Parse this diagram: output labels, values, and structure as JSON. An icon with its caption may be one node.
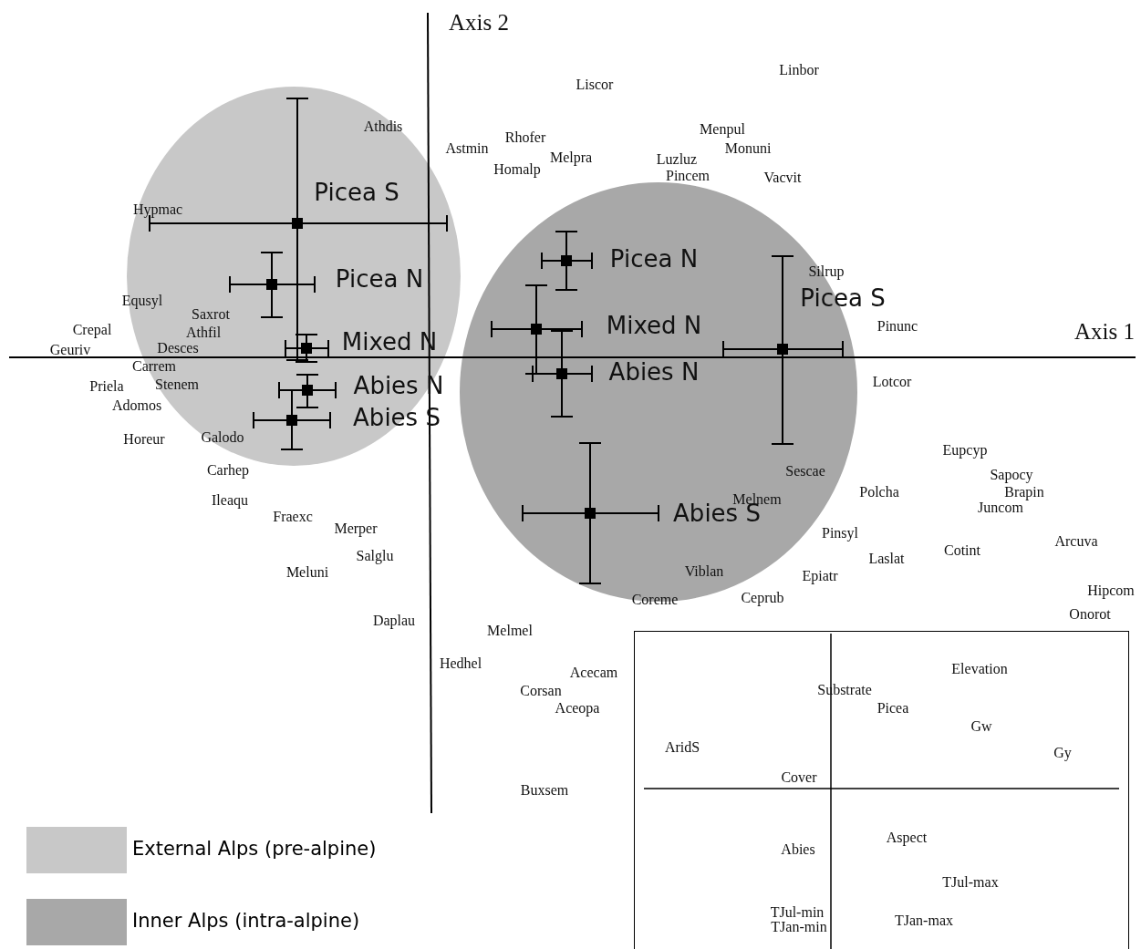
{
  "diagram": {
    "nodes": [
      {
        "text": [
          "Elevation",
          "Substrate",
          "Picea",
          "Gw",
          "AridS",
          "Gy",
          "Cover",
          "Aspect",
          "Abies",
          "TJul-max",
          "TJul-min",
          "TJan-max",
          "TJan-min"
        ]
      }
    ],
    "labels": [
      "Axis 2",
      "Linbor",
      "Liscor",
      "Athdis",
      "Menpul",
      "Rhofer",
      "Astmin",
      "Monuni",
      "Melpra",
      "Luzluz",
      "Homalp",
      "Pincem",
      "Vacvit",
      "Picea S",
      "Hypmac",
      "Picea N",
      "Silrup",
      "Picea N",
      "Picea S",
      "Equsyl",
      "Saxrot",
      "Mixed N",
      "Pinunc",
      "Crepal",
      "Athfil",
      "Axis 1",
      "Mixed N",
      "Desces",
      "Geuriv",
      "Carrem",
      "Abies N",
      "Lotcor",
      "Stenem",
      "Abies N",
      "Priela",
      "Adomos",
      "Abies S",
      "Galodo",
      "Horeur",
      "Eupcyp",
      "Carhep",
      "Sescae",
      "Sapocy",
      "Polcha",
      "Brapin",
      "Melnem",
      "Ileaqu",
      "Juncom",
      "Abies S",
      "Fraexc",
      "Merper",
      "Pinsyl",
      "Arcuva",
      "Cotint",
      "Salglu",
      "Laslat",
      "Viblan",
      "Meluni",
      "Epiatr",
      "Hipcom",
      "Ceprub",
      "Coreme",
      "Onorot",
      "Daplau",
      "Melmel",
      "Hedhel",
      "Acecam",
      "Corsan",
      "Aceopa",
      "Buxsem"
    ],
    "legend": [
      {
        "text": "External Alps (pre-alpine)",
        "color": "#c8c8c8"
      },
      {
        "text": "Inner Alps (intra-alpine)",
        "color": "#a8a8a8"
      }
    ]
  }
}
